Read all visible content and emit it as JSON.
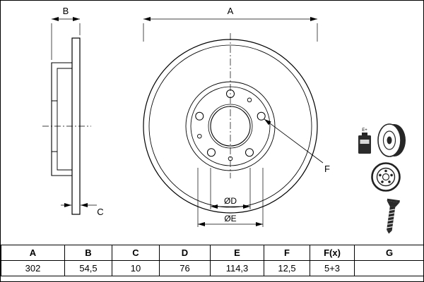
{
  "drawing": {
    "front_view": {
      "dim_a_label": "A",
      "dim_d_label": "ØD",
      "dim_e_label": "ØE",
      "dim_f_label": "F"
    },
    "side_view": {
      "dim_b_label": "B",
      "dim_c_label": "C"
    }
  },
  "icons": {
    "coating_text": "E+",
    "names": [
      "coating-can-icon",
      "coated-disc-icon",
      "brake-disc-icon",
      "countersunk-screw-icon"
    ]
  },
  "table": {
    "headers": [
      "A",
      "B",
      "C",
      "D",
      "E",
      "F",
      "F(x)",
      "G"
    ],
    "values": [
      "302",
      "54,5",
      "10",
      "76",
      "114,3",
      "12,5",
      "5+3",
      ""
    ]
  }
}
